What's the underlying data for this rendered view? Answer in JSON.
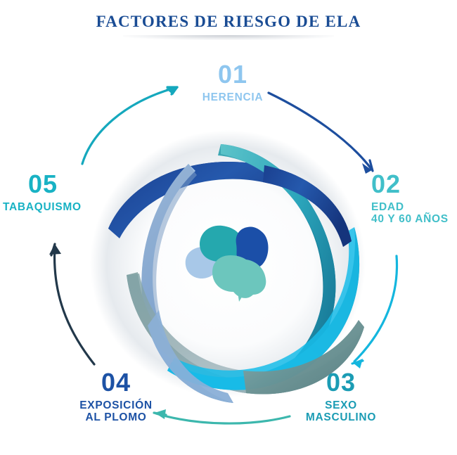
{
  "title": "FACTORES DE RIESGO DE ELA",
  "colors": {
    "title": "#1a4c94",
    "step01": "#8ec6ef",
    "step02": "#41bfc9",
    "step03": "#1b9cb4",
    "step04": "#1d52a5",
    "step05": "#18b2c4",
    "arrow_05_to_01": "#15a8bd",
    "arrow_01_to_02": "#1d4e9e",
    "arrow_02_to_03": "#14b6de",
    "arrow_03_to_04": "#3cb7ad",
    "arrow_04_to_05": "#22384a",
    "background": "#ffffff"
  },
  "steps": [
    {
      "id": "01",
      "number": "01",
      "label": "HERENCIA",
      "color": "#8ec6ef"
    },
    {
      "id": "02",
      "number": "02",
      "label": "EDAD\n40 Y 60 AÑOS",
      "color": "#41bfc9"
    },
    {
      "id": "03",
      "number": "03",
      "label": "SEXO\nMASCULINO",
      "color": "#1b9cb4"
    },
    {
      "id": "04",
      "number": "04",
      "label": "EXPOSICIÓN\nAL PLOMO",
      "color": "#1d52a5"
    },
    {
      "id": "05",
      "number": "05",
      "label": "TABAQUISMO",
      "color": "#18b2c4"
    }
  ],
  "center": {
    "icon": "brain-icon",
    "graphic": "interlocking-ribbon-knot",
    "ribbon_colors": [
      "#1d52a5",
      "#8fb4dd",
      "#1b8fa8",
      "#18b6dd",
      "#6f9496",
      "#2a9d9a"
    ],
    "brain_lobes": [
      {
        "name": "lobe-left-light",
        "color": "#a8c8e8"
      },
      {
        "name": "lobe-top-teal",
        "color": "#25a8ae"
      },
      {
        "name": "lobe-top-navy",
        "color": "#1b4fa8"
      },
      {
        "name": "lobe-bottom-mint",
        "color": "#6cc6bd"
      }
    ]
  }
}
